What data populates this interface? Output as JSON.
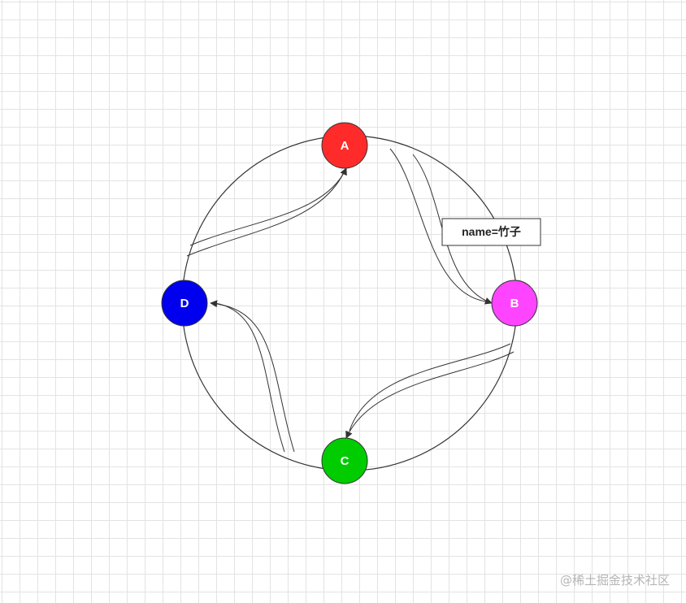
{
  "nodes": {
    "A": {
      "label": "A",
      "color": "#ff2b2b"
    },
    "B": {
      "label": "B",
      "color": "#ff44ff"
    },
    "C": {
      "label": "C",
      "color": "#00cc00"
    },
    "D": {
      "label": "D",
      "color": "#0000ee"
    }
  },
  "annotation": {
    "text": "name=竹子"
  },
  "watermark": {
    "text": "@稀土掘金技术社区"
  },
  "colors": {
    "ring": "#333333",
    "arrow": "#333333",
    "grid": "#e3e3e3",
    "watermark": "#b5b5b5"
  }
}
